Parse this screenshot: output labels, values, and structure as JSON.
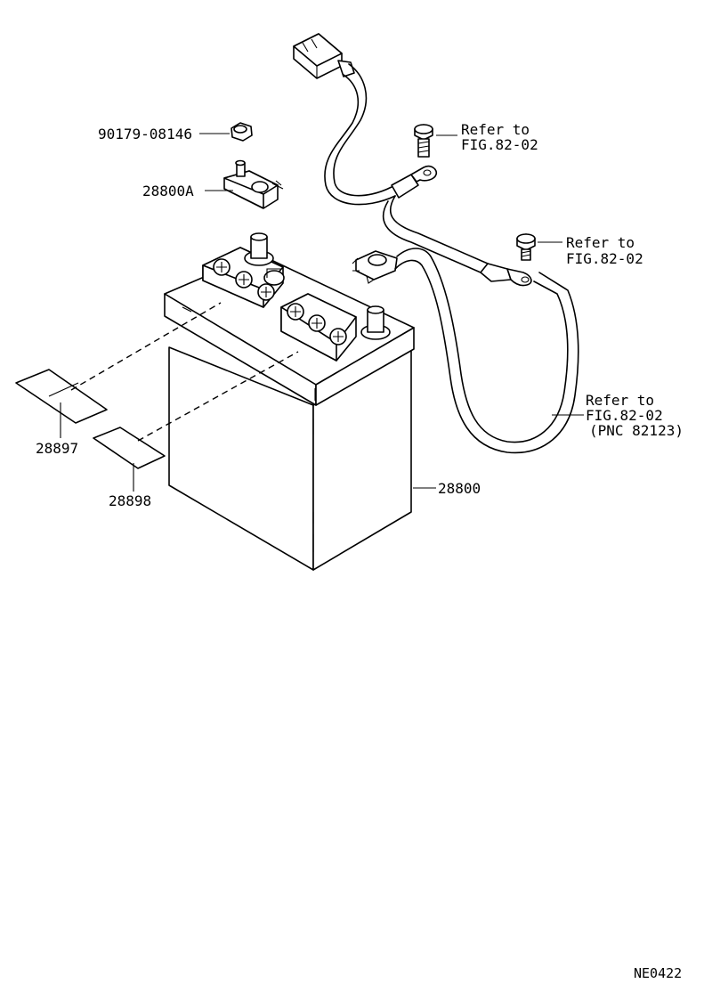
{
  "labels": {
    "nut": "90179-08146",
    "terminal": "28800A",
    "battery": "28800",
    "label_upper": "28897",
    "label_lower": "28898",
    "ref1_line1": "Refer to",
    "ref1_line2": "FIG.82-02",
    "ref2_line1": "Refer to",
    "ref2_line2": "FIG.82-02",
    "ref3_line1": "Refer to",
    "ref3_line2": "FIG.82-02",
    "ref3_line3": "(PNC 82123)",
    "diagram_code": "NE0422"
  }
}
